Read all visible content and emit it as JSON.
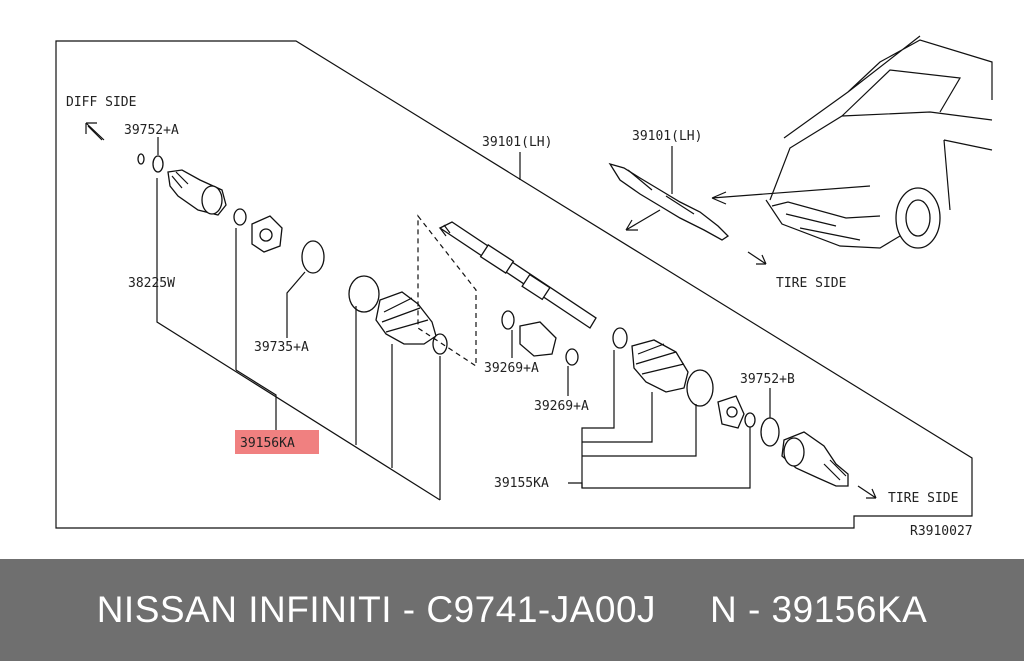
{
  "diagram": {
    "labels": {
      "diff_side": "DIFF SIDE",
      "tire_side_top": "TIRE SIDE",
      "tire_side_bottom": "TIRE SIDE",
      "ref_code": "R3910027"
    },
    "parts": {
      "p39752a": "39752+A",
      "p38225w": "38225W",
      "p39735a": "39735+A",
      "p39156ka": "39156KA",
      "p39101lh_main": "39101(LH)",
      "p39101lh_car": "39101(LH)",
      "p39269a_1": "39269+A",
      "p39269a_2": "39269+A",
      "p39752b": "39752+B",
      "p39155ka": "39155KA"
    },
    "highlight_color": "#f08080"
  },
  "footer": {
    "text": "NISSAN INFINITI - C9741-JA00J     N - 39156KA"
  }
}
